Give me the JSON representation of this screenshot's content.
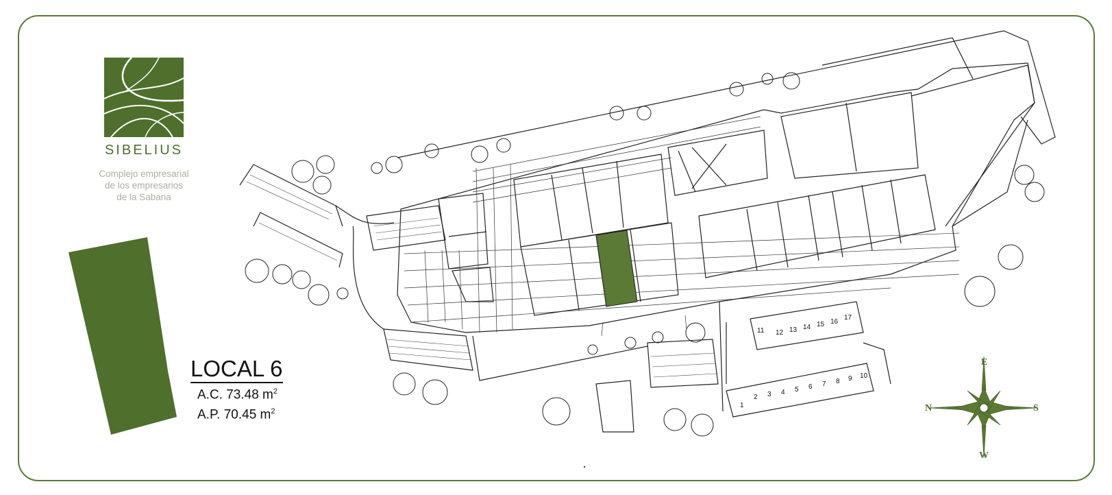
{
  "brand": {
    "name": "SIBELIUS",
    "tagline": [
      "Complejo empresarial",
      "de los empresarios",
      "de la Sabana"
    ]
  },
  "unit": {
    "title": "LOCAL 6",
    "ac_label": "A.C. 73.48 m",
    "ap_label": "A.P. 70.45 m",
    "exponent": "2"
  },
  "parking": {
    "lower_row": [
      "1",
      "2",
      "3",
      "4",
      "5",
      "6",
      "7",
      "8",
      "9",
      "10"
    ],
    "upper_row": [
      "11",
      "12",
      "13",
      "14",
      "15",
      "16",
      "17"
    ]
  },
  "compass": {
    "north": "N",
    "east": "E",
    "south": "S",
    "west": "W"
  },
  "colors": {
    "brand_green": "#4f6f2d",
    "highlight": "#5a7a35",
    "tagline_gray": "#a9b0a0",
    "line": "#222222"
  }
}
